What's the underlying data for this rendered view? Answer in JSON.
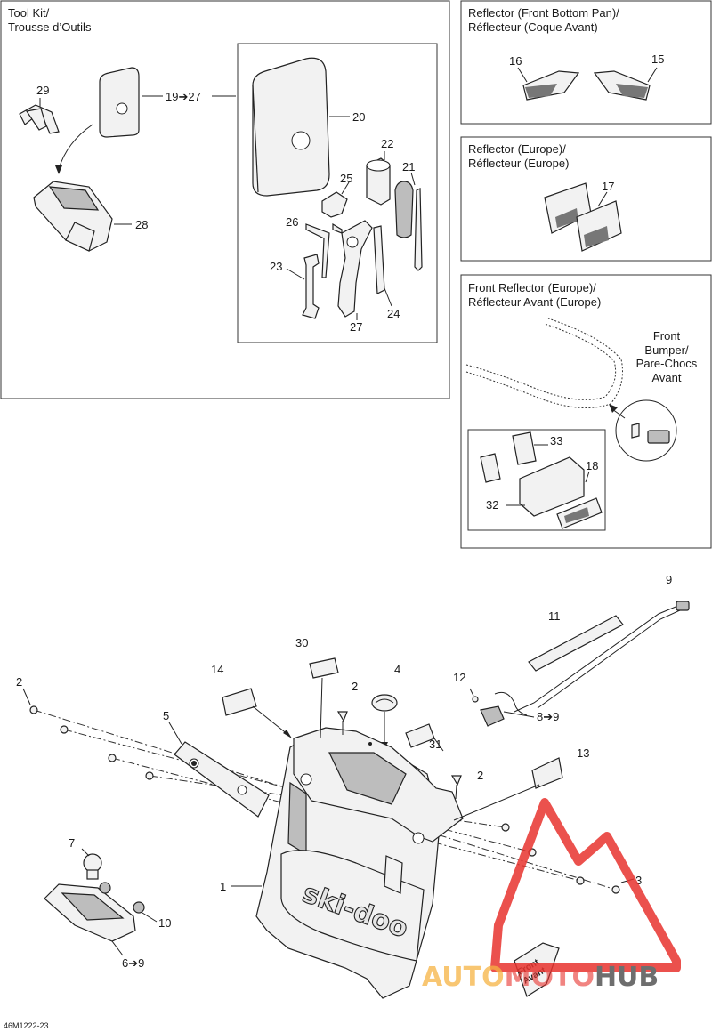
{
  "tool_kit": {
    "title_en": "Tool Kit/",
    "title_fr": "Trousse d’Outils"
  },
  "reflector_bottom_pan": {
    "title_en": "Reflector (Front Bottom Pan)/",
    "title_fr": "Réflecteur (Coque Avant)"
  },
  "reflector_europe": {
    "title_en": "Reflector (Europe)/",
    "title_fr": "Réflecteur (Europe)"
  },
  "front_reflector_europe": {
    "title_en": "Front Reflector (Europe)/",
    "title_fr": "Réflecteur Avant (Europe)"
  },
  "front_bumper_label": {
    "line1": "Front",
    "line2": "Bumper/",
    "line3": "Pare-Chocs",
    "line4": "Avant"
  },
  "logo_text": "ski-doo",
  "front_arrow": {
    "line1": "Front",
    "line2": "Avant"
  },
  "watermark": "AUTOMOTOHUB",
  "diagram_code": "46M1222-23",
  "callouts": {
    "p1": "1",
    "p2a": "2",
    "p2b": "2",
    "p2c": "2",
    "p3": "3",
    "p4": "4",
    "p5": "5",
    "p6": "6➔9",
    "p7": "7",
    "p8": "8➔9",
    "p9": "9",
    "p10": "10",
    "p11": "11",
    "p12": "12",
    "p13": "13",
    "p14": "14",
    "p15": "15",
    "p16": "16",
    "p17": "17",
    "p18": "18",
    "p19": "19➔27",
    "p20": "20",
    "p21": "21",
    "p22": "22",
    "p23": "23",
    "p24": "24",
    "p25": "25",
    "p26": "26",
    "p27": "27",
    "p28": "28",
    "p29": "29",
    "p30": "30",
    "p31": "31",
    "p32": "32",
    "p33": "33"
  },
  "colors": {
    "watermark_red": "#e8332e",
    "watermark_orange": "#f5a623",
    "watermark_gray": "#555555"
  }
}
